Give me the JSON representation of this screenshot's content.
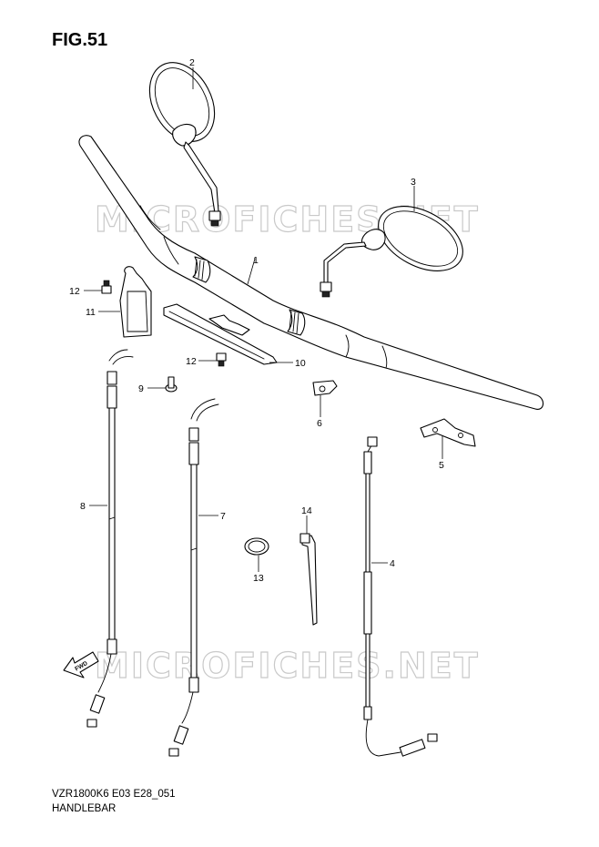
{
  "figure": {
    "title": "FIG.51",
    "model_code": "VZR1800K6 E03 E28_051",
    "section_name": "HANDLEBAR"
  },
  "watermarks": [
    "MICROFICHES.NET",
    "MICROFICHES.NET"
  ],
  "fwd_arrow": {
    "label": "FWD"
  },
  "callouts": [
    {
      "id": "callout-1",
      "label": "1"
    },
    {
      "id": "callout-2",
      "label": "2"
    },
    {
      "id": "callout-3",
      "label": "3"
    },
    {
      "id": "callout-4",
      "label": "4"
    },
    {
      "id": "callout-5",
      "label": "5"
    },
    {
      "id": "callout-6",
      "label": "6"
    },
    {
      "id": "callout-7",
      "label": "7"
    },
    {
      "id": "callout-8",
      "label": "8"
    },
    {
      "id": "callout-9",
      "label": "9"
    },
    {
      "id": "callout-10",
      "label": "10"
    },
    {
      "id": "callout-11",
      "label": "11"
    },
    {
      "id": "callout-12a",
      "label": "12"
    },
    {
      "id": "callout-12b",
      "label": "12"
    },
    {
      "id": "callout-13",
      "label": "13"
    },
    {
      "id": "callout-14",
      "label": "14"
    }
  ]
}
